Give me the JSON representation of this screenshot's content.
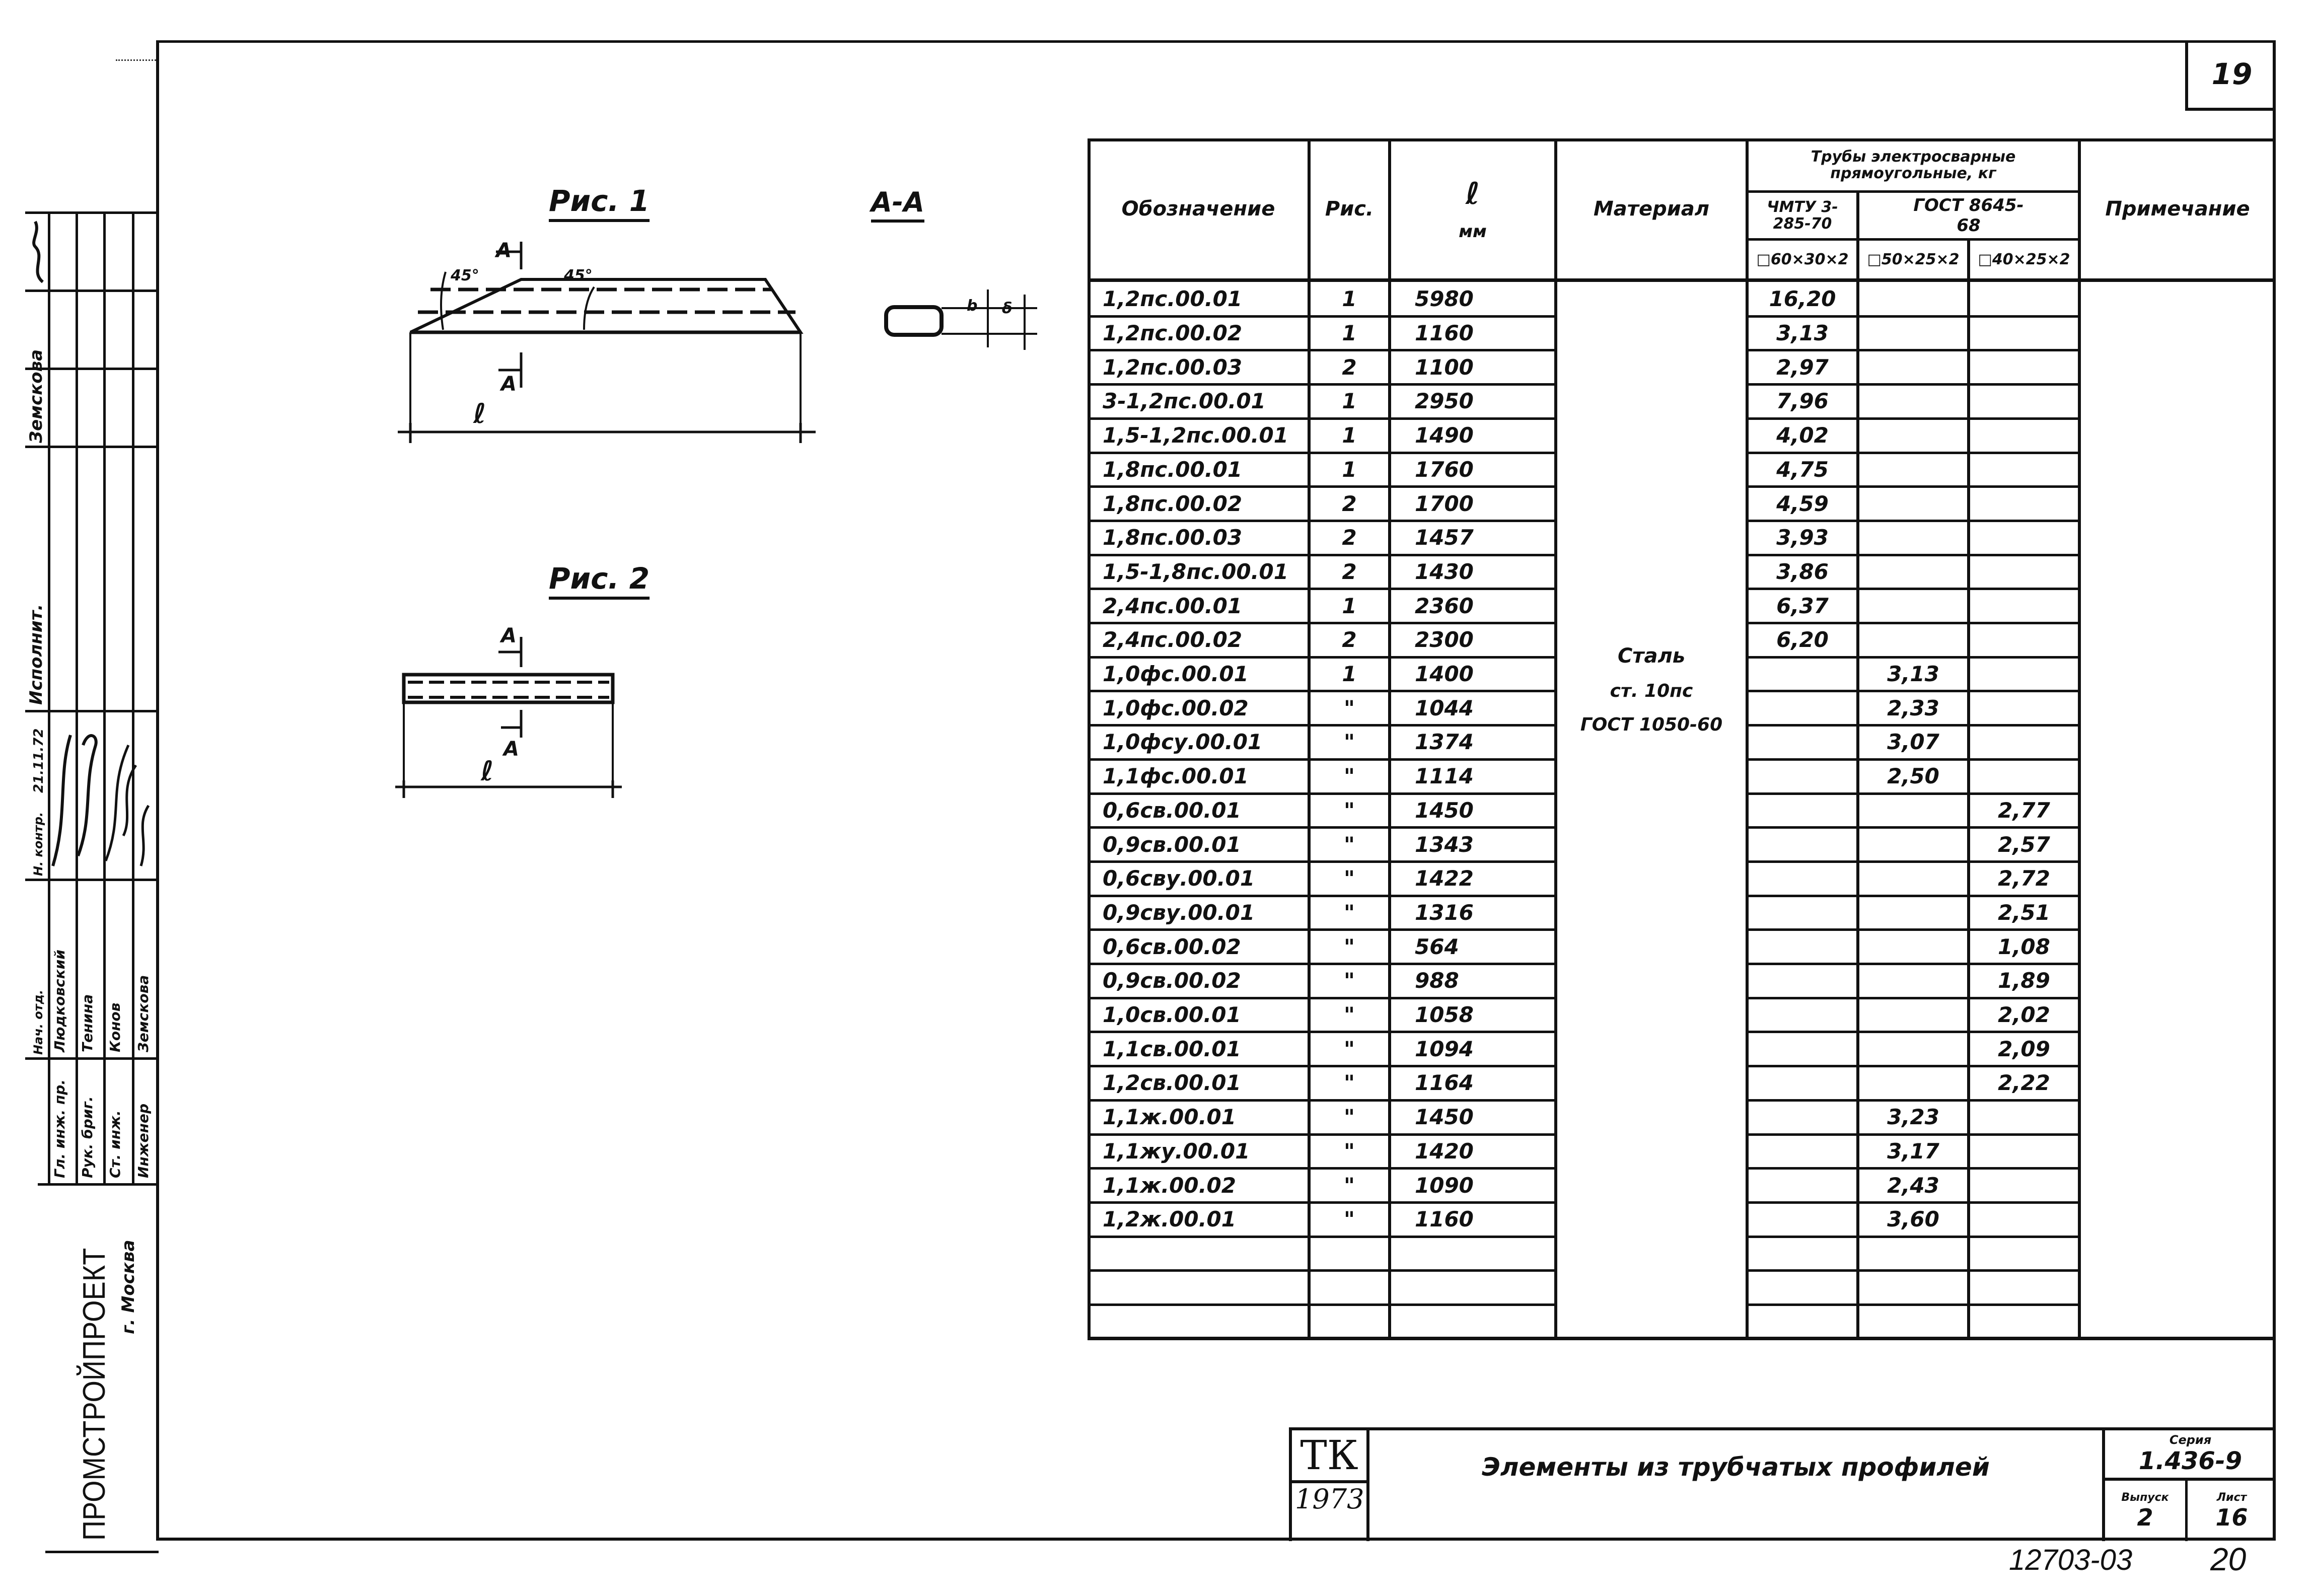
{
  "sheet": {
    "top_right_number": "19",
    "bottom_code": "12703-03",
    "bottom_page": "20"
  },
  "drawings": {
    "fig1": {
      "title": "Рис. 1",
      "section_mark": "А",
      "angle_left": "45°",
      "angle_right": "45°",
      "length_label": "ℓ"
    },
    "section": {
      "title": "А-А",
      "dim1": "b",
      "dim2": "δ"
    },
    "fig2": {
      "title": "Рис. 2",
      "section_mark": "А",
      "length_label": "ℓ"
    }
  },
  "table": {
    "headers": {
      "designation": "Обозначение",
      "fig": "Рис.",
      "length": "ℓ",
      "length_unit": "мм",
      "material": "Материал",
      "pipes_group": "Трубы электросварные прямоугольные, кг",
      "std1": "ЧМТУ 3-285-70",
      "std2": "ГОСТ 8645-68",
      "profile1": "□60×30×2",
      "profile2": "□50×25×2",
      "profile3": "□40×25×2",
      "notes": "Примечание"
    },
    "material": {
      "line1": "Сталь",
      "line2": "ст. 10пс",
      "line3": "ГОСТ 1050-60"
    },
    "rows": [
      {
        "designation": "1,2пс.00.01",
        "fig": "1",
        "length": "5980",
        "w1": "16,20",
        "w2": "",
        "w3": ""
      },
      {
        "designation": "1,2пс.00.02",
        "fig": "1",
        "length": "1160",
        "w1": "3,13",
        "w2": "",
        "w3": ""
      },
      {
        "designation": "1,2пс.00.03",
        "fig": "2",
        "length": "1100",
        "w1": "2,97",
        "w2": "",
        "w3": ""
      },
      {
        "designation": "3-1,2пс.00.01",
        "fig": "1",
        "length": "2950",
        "w1": "7,96",
        "w2": "",
        "w3": ""
      },
      {
        "designation": "1,5-1,2пс.00.01",
        "fig": "1",
        "length": "1490",
        "w1": "4,02",
        "w2": "",
        "w3": ""
      },
      {
        "designation": "1,8пс.00.01",
        "fig": "1",
        "length": "1760",
        "w1": "4,75",
        "w2": "",
        "w3": ""
      },
      {
        "designation": "1,8пс.00.02",
        "fig": "2",
        "length": "1700",
        "w1": "4,59",
        "w2": "",
        "w3": ""
      },
      {
        "designation": "1,8пс.00.03",
        "fig": "2",
        "length": "1457",
        "w1": "3,93",
        "w2": "",
        "w3": ""
      },
      {
        "designation": "1,5-1,8пс.00.01",
        "fig": "2",
        "length": "1430",
        "w1": "3,86",
        "w2": "",
        "w3": ""
      },
      {
        "designation": "2,4пс.00.01",
        "fig": "1",
        "length": "2360",
        "w1": "6,37",
        "w2": "",
        "w3": ""
      },
      {
        "designation": "2,4пс.00.02",
        "fig": "2",
        "length": "2300",
        "w1": "6,20",
        "w2": "",
        "w3": ""
      },
      {
        "designation": "1,0фс.00.01",
        "fig": "1",
        "length": "1400",
        "w1": "",
        "w2": "3,13",
        "w3": ""
      },
      {
        "designation": "1,0фс.00.02",
        "fig": "\"",
        "length": "1044",
        "w1": "",
        "w2": "2,33",
        "w3": ""
      },
      {
        "designation": "1,0фсу.00.01",
        "fig": "\"",
        "length": "1374",
        "w1": "",
        "w2": "3,07",
        "w3": ""
      },
      {
        "designation": "1,1фс.00.01",
        "fig": "\"",
        "length": "1114",
        "w1": "",
        "w2": "2,50",
        "w3": ""
      },
      {
        "designation": "0,6св.00.01",
        "fig": "\"",
        "length": "1450",
        "w1": "",
        "w2": "",
        "w3": "2,77"
      },
      {
        "designation": "0,9св.00.01",
        "fig": "\"",
        "length": "1343",
        "w1": "",
        "w2": "",
        "w3": "2,57"
      },
      {
        "designation": "0,6сву.00.01",
        "fig": "\"",
        "length": "1422",
        "w1": "",
        "w2": "",
        "w3": "2,72"
      },
      {
        "designation": "0,9сву.00.01",
        "fig": "\"",
        "length": "1316",
        "w1": "",
        "w2": "",
        "w3": "2,51"
      },
      {
        "designation": "0,6св.00.02",
        "fig": "\"",
        "length": "564",
        "w1": "",
        "w2": "",
        "w3": "1,08"
      },
      {
        "designation": "0,9св.00.02",
        "fig": "\"",
        "length": "988",
        "w1": "",
        "w2": "",
        "w3": "1,89"
      },
      {
        "designation": "1,0св.00.01",
        "fig": "\"",
        "length": "1058",
        "w1": "",
        "w2": "",
        "w3": "2,02"
      },
      {
        "designation": "1,1св.00.01",
        "fig": "\"",
        "length": "1094",
        "w1": "",
        "w2": "",
        "w3": "2,09"
      },
      {
        "designation": "1,2св.00.01",
        "fig": "\"",
        "length": "1164",
        "w1": "",
        "w2": "",
        "w3": "2,22"
      },
      {
        "designation": "1,1ж.00.01",
        "fig": "\"",
        "length": "1450",
        "w1": "",
        "w2": "3,23",
        "w3": ""
      },
      {
        "designation": "1,1жу.00.01",
        "fig": "\"",
        "length": "1420",
        "w1": "",
        "w2": "3,17",
        "w3": ""
      },
      {
        "designation": "1,1ж.00.02",
        "fig": "\"",
        "length": "1090",
        "w1": "",
        "w2": "2,43",
        "w3": ""
      },
      {
        "designation": "1,2ж.00.01",
        "fig": "\"",
        "length": "1160",
        "w1": "",
        "w2": "3,60",
        "w3": ""
      },
      {
        "designation": "",
        "fig": "",
        "length": "",
        "w1": "",
        "w2": "",
        "w3": ""
      },
      {
        "designation": "",
        "fig": "",
        "length": "",
        "w1": "",
        "w2": "",
        "w3": ""
      },
      {
        "designation": "",
        "fig": "",
        "length": "",
        "w1": "",
        "w2": "",
        "w3": ""
      },
      {
        "designation": "",
        "fig": "",
        "length": "",
        "w1": "",
        "w2": "",
        "w3": ""
      }
    ]
  },
  "title_block": {
    "org_mark": "ТК",
    "year": "1973",
    "title": "Элементы из трубчатых профилей",
    "series_label": "Серия",
    "series_value": "1.436-9",
    "issue_label": "Выпуск",
    "issue_value": "2",
    "sheet_label": "Лист",
    "sheet_value": "16"
  },
  "stamp": {
    "organization": "ПРОМСТРОЙПРОЕКТ",
    "city": "г. Москва",
    "roles": [
      "Гл. инж. пр.",
      "Рук. бриг.",
      "Ст. инж.",
      "Инженер"
    ],
    "names": [
      "Людковский",
      "Тенина",
      "Конов",
      "Земскова"
    ],
    "head_label": "Нач. отд.",
    "dept_label": "Н. контр.",
    "upper_names": [
      "Земскова"
    ],
    "upper_roles": [
      "Исполнит."
    ],
    "signature_date": "21.11.72"
  }
}
